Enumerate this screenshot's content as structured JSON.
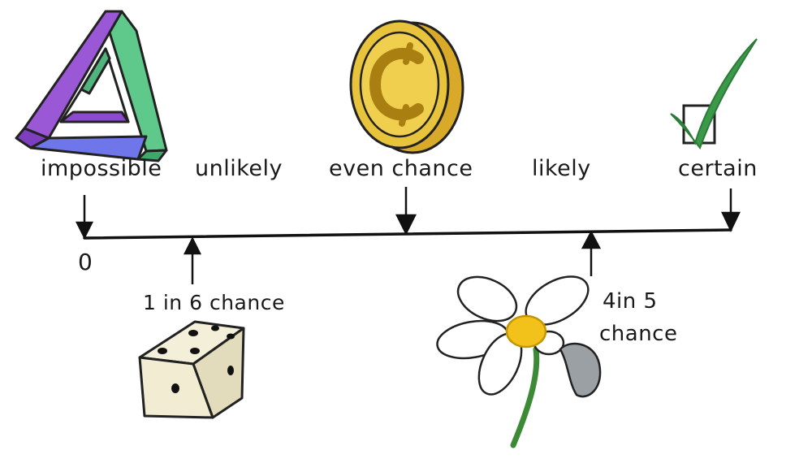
{
  "scale": {
    "labels": {
      "impossible": "impossible",
      "unlikely": "unlikely",
      "even_chance": "even chance",
      "likely": "likely",
      "certain": "certain"
    },
    "zero": "0"
  },
  "events": {
    "die": {
      "label": "1 in 6 chance"
    },
    "flower": {
      "label_line1": "4in 5",
      "label_line2": "chance"
    }
  },
  "icons": [
    "impossible-triangle-icon",
    "coin-icon",
    "checkbox-checkmark-icon",
    "die-icon",
    "daisy-flower-icon"
  ],
  "colors": {
    "triangle_purple": "#9a57d6",
    "triangle_blue": "#6e76ea",
    "triangle_green": "#5ec98a",
    "coin_gold": "#e8c43c",
    "check_green": "#3a9a4a",
    "die_face": "#f1ecd2",
    "flower_center": "#f2c21a",
    "line": "#111111"
  }
}
